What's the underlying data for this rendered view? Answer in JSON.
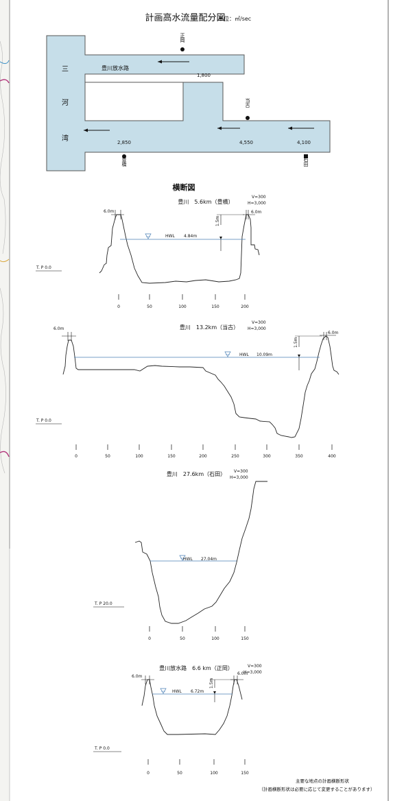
{
  "page": {
    "side_map_description_hidden": ""
  },
  "flow_diagram": {
    "title": "計画高水流量配分図",
    "unit": "単位：㎥/sec",
    "labels": {
      "bay_chars": [
        "三",
        "河",
        "湾"
      ],
      "channel": "豊川放水路",
      "station_masaoka": "正岡",
      "station_toko": "当古",
      "station_toyohashi": "豊橋",
      "station_ishida": "石田"
    },
    "flows": {
      "channel": "1,800",
      "toyohashi": "2,850",
      "toko": "4,550",
      "ishida": "4,100"
    },
    "colors": {
      "water_fill": "#c6dee9",
      "outline": "#555555",
      "hwl_line": "#4a7fb5",
      "arrow": "#111111",
      "text": "#111111"
    }
  },
  "cross_sections": {
    "title": "横断図",
    "sections": [
      {
        "name": "豊川　5.6km（豊橋）",
        "scale_v": "V=300",
        "scale_h": "H=3,000",
        "hwl_label": "HWL",
        "hwl_value": "4.84m",
        "tp_label": "T. P  0.0",
        "crest_left": "6.0m",
        "crest_right": "6.0m",
        "freeboard": "1.5m",
        "ticks": [
          "0",
          "50",
          "100",
          "150",
          "200"
        ]
      },
      {
        "name": "豊川　13.2km（当古）",
        "scale_v": "V=300",
        "scale_h": "H=3,000",
        "hwl_label": "HWL",
        "hwl_value": "10.09m",
        "tp_label": "T. P  0.0",
        "crest_left": "6.0m",
        "crest_right": "6.0m",
        "freeboard": "1.5m",
        "ticks": [
          "0",
          "50",
          "100",
          "150",
          "200",
          "250",
          "300",
          "350",
          "400"
        ]
      },
      {
        "name": "豊川　27.6km（石田）",
        "scale_v": "V=300",
        "scale_h": "H=3,000",
        "hwl_label": "HWL",
        "hwl_value": "27.04m",
        "tp_label": "T. P  20.0",
        "ticks": [
          "0",
          "50",
          "100",
          "150"
        ]
      },
      {
        "name": "豊川放水路　6.6 km（正岡）",
        "scale_v": "V=300",
        "scale_h": "H=3,000",
        "hwl_label": "HWL",
        "hwl_value": "6.72m",
        "tp_label": "T. P  0.0",
        "crest_left": "6.0m",
        "crest_right": "6.0m",
        "freeboard": "1.5m",
        "ticks": [
          "0",
          "50",
          "100",
          "150"
        ]
      }
    ]
  },
  "footnote": {
    "line1": "主要な地点の計画横断形状",
    "line2": "（計画横断形状は必要に応じて変更することがあります）"
  }
}
